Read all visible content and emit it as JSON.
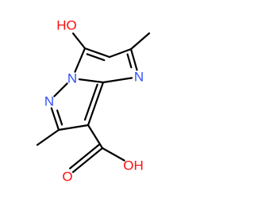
{
  "molecule": {
    "atoms": [
      {
        "id": "a0",
        "label": "HO",
        "color": "#ff0d0d"
      },
      {
        "id": "a1",
        "label": "C"
      },
      {
        "id": "a2",
        "label": "C"
      },
      {
        "id": "a3",
        "label": "C"
      },
      {
        "id": "a4",
        "label": "CH3"
      },
      {
        "id": "a5",
        "label": "N",
        "color": "#3050f8"
      },
      {
        "id": "a6",
        "label": "C"
      },
      {
        "id": "a7",
        "label": "N",
        "color": "#3050f8"
      },
      {
        "id": "a8",
        "label": "N",
        "color": "#3050f8"
      },
      {
        "id": "a9",
        "label": "C"
      },
      {
        "id": "a10",
        "label": "CH3"
      },
      {
        "id": "a11",
        "label": "C"
      },
      {
        "id": "a12",
        "label": "C"
      },
      {
        "id": "a13",
        "label": "O",
        "color": "#ff0d0d"
      },
      {
        "id": "a14",
        "label": "OH",
        "color": "#ff0d0d"
      }
    ],
    "bonds": [
      {
        "from": "a0",
        "to": "a1",
        "order": 1
      },
      {
        "from": "a1",
        "to": "a2",
        "order": 2
      },
      {
        "from": "a2",
        "to": "a3",
        "order": 1
      },
      {
        "from": "a3",
        "to": "a4",
        "order": 1
      },
      {
        "from": "a3",
        "to": "a5",
        "order": 2
      },
      {
        "from": "a5",
        "to": "a6",
        "order": 1
      },
      {
        "from": "a6",
        "to": "a7",
        "order": 1
      },
      {
        "from": "a7",
        "to": "a1",
        "order": 1
      },
      {
        "from": "a7",
        "to": "a8",
        "order": 1
      },
      {
        "from": "a8",
        "to": "a9",
        "order": 2
      },
      {
        "from": "a9",
        "to": "a10",
        "order": 1
      },
      {
        "from": "a9",
        "to": "a11",
        "order": 1
      },
      {
        "from": "a11",
        "to": "a6",
        "order": 2
      },
      {
        "from": "a11",
        "to": "a12",
        "order": 1
      },
      {
        "from": "a12",
        "to": "a13",
        "order": 2
      },
      {
        "from": "a12",
        "to": "a14",
        "order": 1
      }
    ]
  }
}
